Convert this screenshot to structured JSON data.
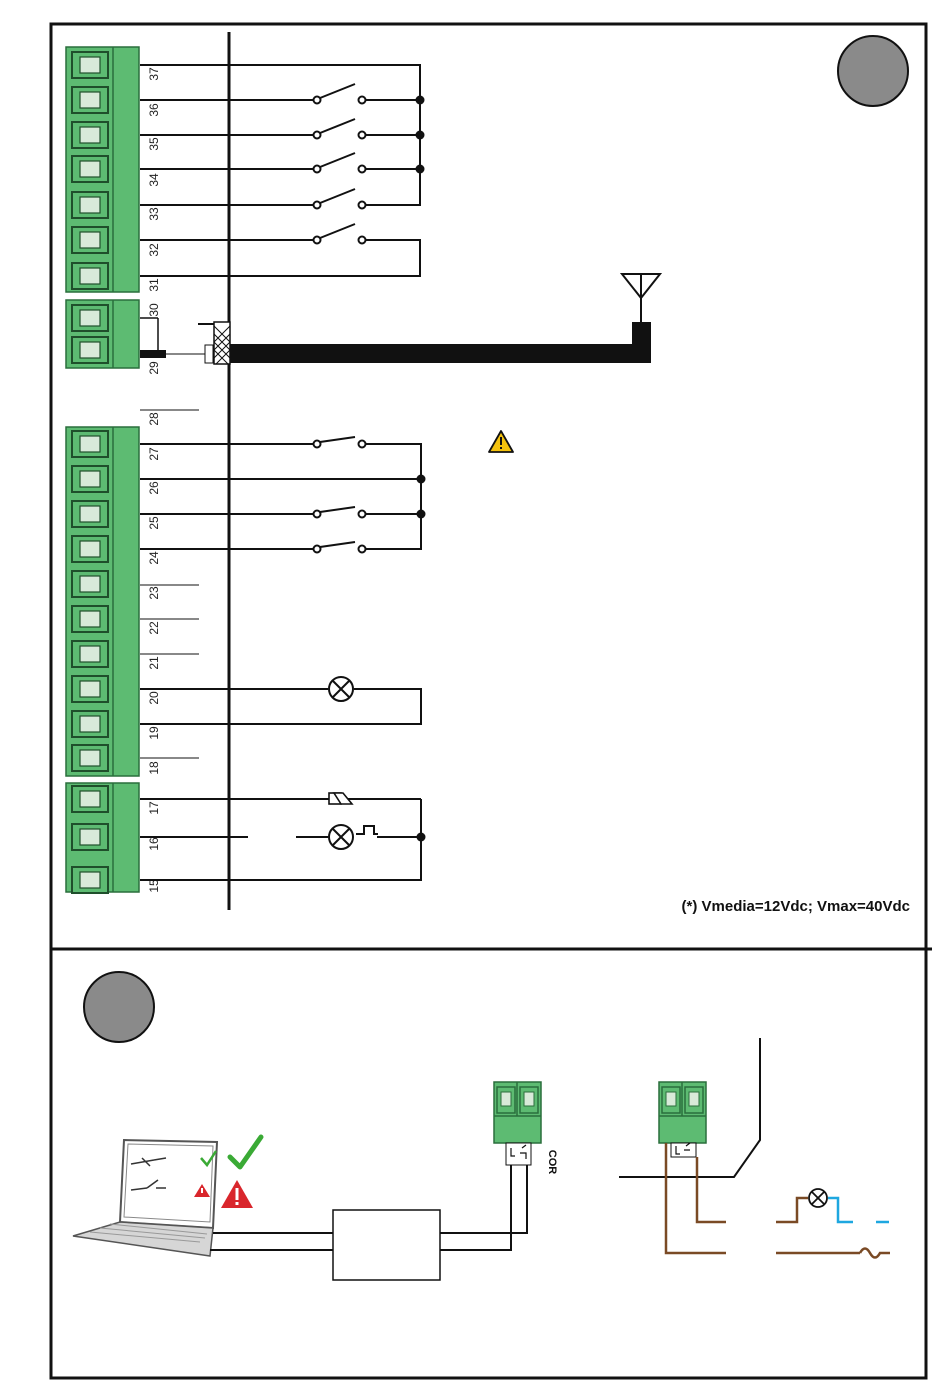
{
  "upper_panel": {
    "note": "(*) Vmedia=12Vdc; Vmax=40Vdc",
    "terminal_numbers": [
      "37",
      "36",
      "35",
      "34",
      "33",
      "32",
      "31",
      "30",
      "29",
      "28",
      "27",
      "26",
      "25",
      "24",
      "23",
      "22",
      "21",
      "20",
      "19",
      "18",
      "17",
      "16",
      "15"
    ]
  },
  "lower_panel": {
    "connector_label": "COR"
  },
  "icons": [
    "warning-icon",
    "antenna-icon",
    "lamp-icon",
    "switch-icon",
    "check-icon",
    "laptop-icon"
  ],
  "colors": {
    "terminal_green": "#5dbb72",
    "terminal_dark": "#2a6e3c",
    "badge_gray": "#8a8a8a",
    "warning_yellow": "#f4c20d",
    "warning_red": "#d9262c",
    "check_green": "#3aaa35",
    "brown_wire": "#7a4a25",
    "blue_wire": "#1ea7e0"
  }
}
